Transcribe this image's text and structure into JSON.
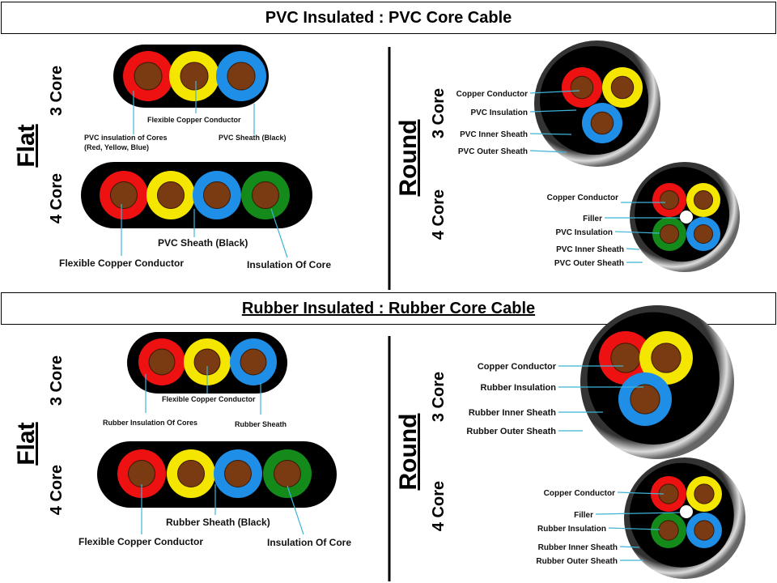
{
  "section1": {
    "title": "PVC Insulated : PVC Core Cable",
    "flat_label": "Flat",
    "round_label": "Round",
    "flat_3": {
      "core_label": "3 Core",
      "conductor": "Flexible Copper Conductor",
      "insulation_line1": "PVC insulation of Cores",
      "insulation_line2": "(Red, Yellow, Blue)",
      "sheath": "PVC Sheath (Black)"
    },
    "flat_4": {
      "core_label": "4 Core",
      "sheath": "PVC Sheath (Black)",
      "conductor": "Flexible Copper Conductor",
      "insulation": "Insulation Of Core"
    },
    "round_3": {
      "core_label": "3 Core",
      "conductor": "Copper Conductor",
      "insulation": "PVC Insulation",
      "inner_sheath": "PVC Inner Sheath",
      "outer_sheath": "PVC Outer Sheath"
    },
    "round_4": {
      "core_label": "4 Core",
      "conductor": "Copper Conductor",
      "filler": "Filler",
      "insulation": "PVC Insulation",
      "inner_sheath": "PVC Inner Sheath",
      "outer_sheath": "PVC Outer Sheath"
    }
  },
  "section2": {
    "title": "Rubber Insulated : Rubber Core Cable",
    "flat_label": "Flat",
    "round_label": "Round",
    "flat_3": {
      "core_label": "3 Core",
      "conductor": "Flexible Copper Conductor",
      "insulation": "Rubber Insulation Of Cores",
      "sheath": "Rubber Sheath"
    },
    "flat_4": {
      "core_label": "4 Core",
      "sheath": "Rubber Sheath (Black)",
      "conductor": "Flexible Copper Conductor",
      "insulation": "Insulation Of Core"
    },
    "round_3": {
      "core_label": "3 Core",
      "conductor": "Copper Conductor",
      "insulation": "Rubber Insulation",
      "inner_sheath": "Rubber Inner Sheath",
      "outer_sheath": "Rubber Outer Sheath"
    },
    "round_4": {
      "core_label": "4 Core",
      "conductor": "Copper Conductor",
      "filler": "Filler",
      "insulation": "Rubber Insulation",
      "inner_sheath": "Rubber Inner Sheath",
      "outer_sheath": "Rubber Outer Sheath"
    }
  },
  "colors": {
    "red": "#ee1111",
    "yellow": "#f5e600",
    "blue": "#1e8ee6",
    "green": "#138a1a",
    "copper": "#7a3a12",
    "sheath": "#000000",
    "leader": "#3fb4d8",
    "outer_ring": "#9a9a9a"
  }
}
